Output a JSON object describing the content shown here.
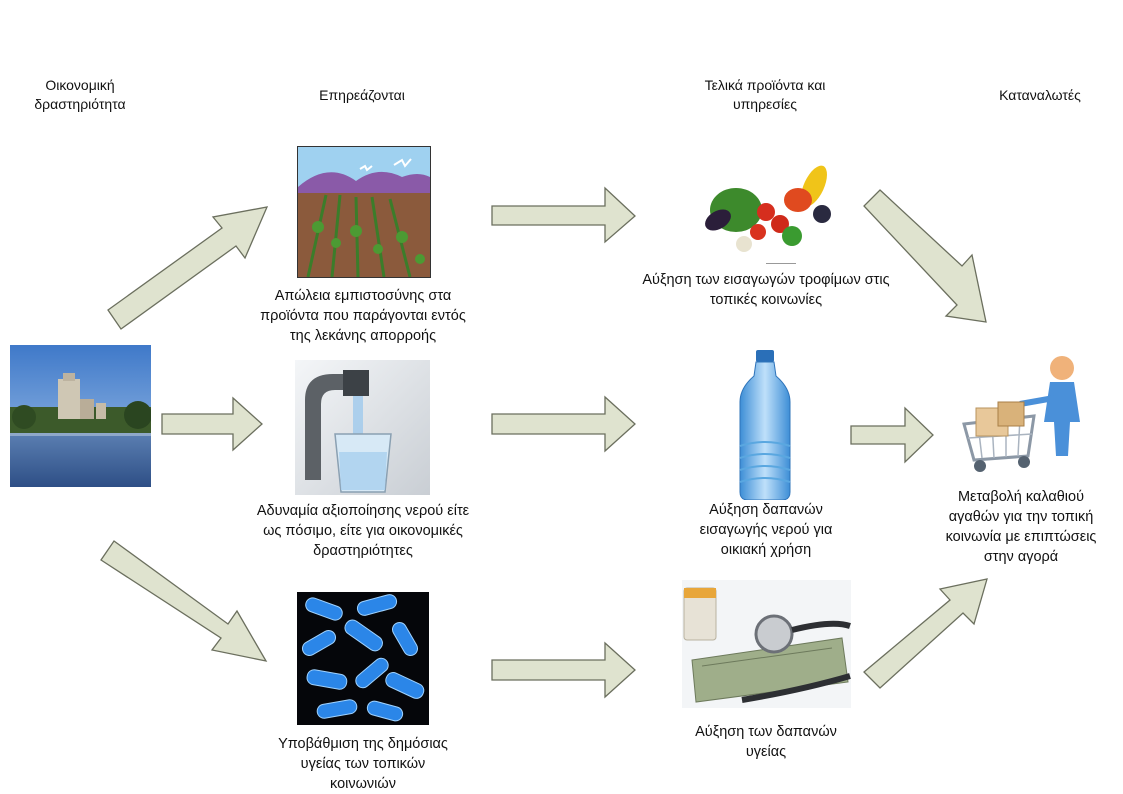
{
  "headers": {
    "activity": "Οικονομική δραστηριότητα",
    "affected": "Επηρεάζονται",
    "final_products": "Τελικά προϊόντα και υπηρεσίες",
    "consumers": "Καταναλωτές"
  },
  "captions": {
    "trust_loss": "Απώλεια εμπιστοσύνης στα προϊόντα που παράγονται εντός της λεκάνης απορροής",
    "water_unusable": "Αδυναμία αξιοποίησης νερού είτε ως πόσιμο, είτε για οικονομικές δραστηριότητες",
    "public_health": "Υποβάθμιση της δημόσιας υγείας των τοπικών κοινωνιών",
    "food_imports": "Αύξηση των εισαγωγών τροφίμων στις τοπικές κοινωνίες",
    "water_import_cost": "Αύξηση δαπανών εισαγωγής νερού για οικιακή χρήση",
    "health_costs": "Αύξηση των δαπανών υγείας",
    "basket_change": "Μεταβολή καλαθιού αγαθών για την τοπική κοινωνία με επιπτώσεις στην αγορά"
  },
  "colors": {
    "arrow_fill": "#dfe3cf",
    "arrow_stroke": "#6b6f5e",
    "bacteria": "#2b86e8",
    "water_blue": "#5aa7e0"
  }
}
